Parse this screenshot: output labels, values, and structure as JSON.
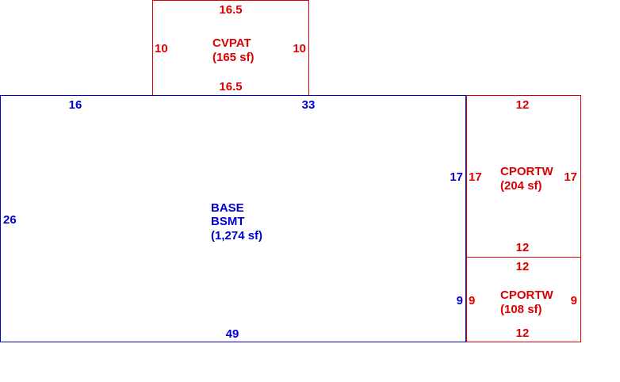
{
  "colors": {
    "base": "#0000cc",
    "additions": "#dd0000"
  },
  "areas": {
    "cvpat": {
      "name": "CVPAT",
      "area": "(165 sf)",
      "dim_top": "16.5",
      "dim_bottom": "16.5",
      "dim_left": "10",
      "dim_right": "10"
    },
    "base": {
      "name": "BASE",
      "subname": "BSMT",
      "area": "(1,274 sf)",
      "dim_top_left": "16",
      "dim_top_right": "33",
      "dim_bottom": "49",
      "dim_left": "26",
      "dim_right_upper": "17",
      "dim_right_lower": "9"
    },
    "cportw_upper": {
      "name": "CPORTW",
      "area": "(204 sf)",
      "dim_top": "12",
      "dim_bottom": "12",
      "dim_left": "17",
      "dim_right": "17"
    },
    "cportw_lower": {
      "name": "CPORTW",
      "area": "(108 sf)",
      "dim_top": "12",
      "dim_bottom": "12",
      "dim_left": "9",
      "dim_right": "9"
    }
  }
}
